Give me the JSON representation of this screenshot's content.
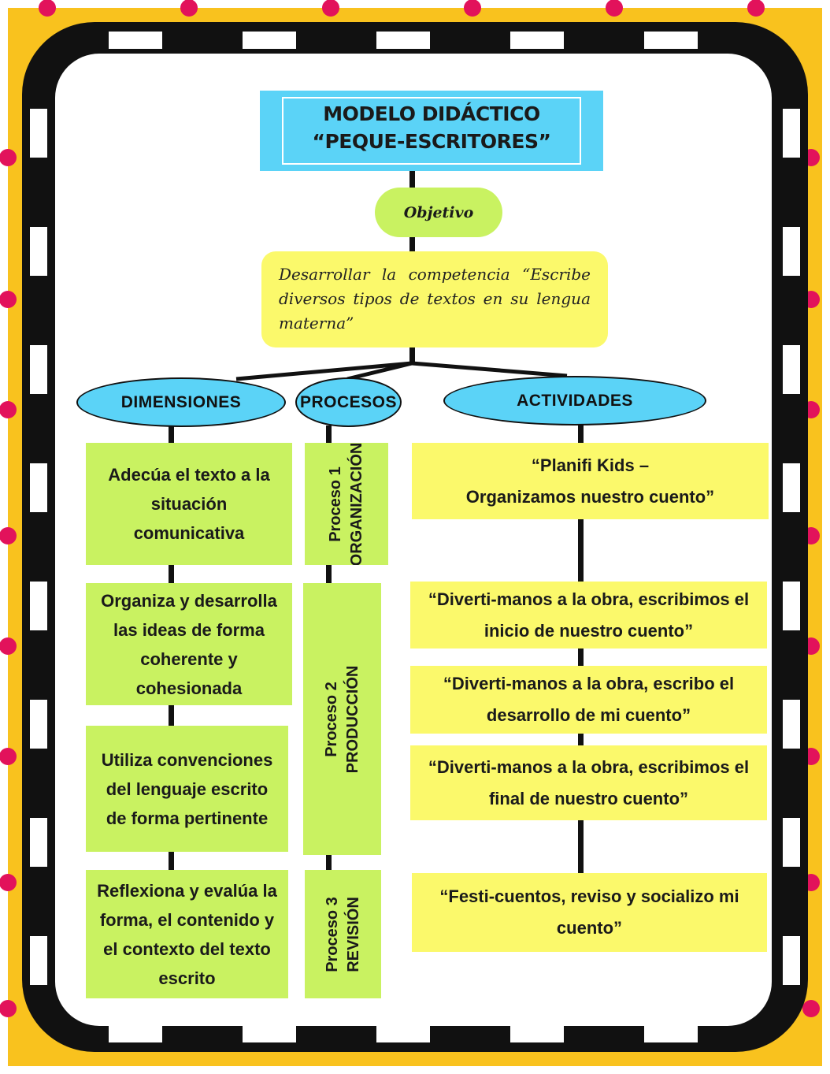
{
  "title": {
    "line1": "MODELO DIDÁCTICO",
    "line2": "“PEQUE-ESCRITORES”"
  },
  "objective_label": "Objetivo",
  "objective_text": "Desarrollar la competencia “Escribe diversos tipos de textos en su lengua materna”",
  "headers": {
    "dimensions": "DIMENSIONES",
    "processes": "PROCESOS",
    "activities": "ACTIVIDADES"
  },
  "dimensions": [
    "Adecúa el texto a la situación comunicativa",
    "Organiza y desarrolla las ideas de forma coherente y cohesionada",
    "Utiliza convenciones del lenguaje escrito de forma pertinente",
    "Reflexiona y evalúa la forma, el contenido y el contexto del texto escrito"
  ],
  "processes": [
    {
      "number": "Proceso 1",
      "name": "ORGANIZACIÓN"
    },
    {
      "number": "Proceso 2",
      "name": "PRODUCCIÓN"
    },
    {
      "number": "Proceso 3",
      "name": "REVISIÓN"
    }
  ],
  "activities": [
    {
      "line1": "“Planifi Kids –",
      "line2": "Organizamos nuestro cuento”"
    },
    {
      "line1": "“Diverti-manos a la obra, escribimos el",
      "line2": "inicio de nuestro cuento”"
    },
    {
      "line1": "“Diverti-manos a la obra, escribo el",
      "line2": "desarrollo de mi cuento”"
    },
    {
      "line1": "“Diverti-manos a la obra, escribimos el",
      "line2": "final de nuestro cuento”"
    },
    {
      "line1": "“Festi-cuentos, reviso y socializo mi",
      "line2": "cuento”"
    }
  ],
  "colors": {
    "frame": "#f9c21e",
    "dots": "#e2125b",
    "title": "#5bd3f7",
    "green": "#c9f261",
    "yellow": "#fbf96b"
  }
}
